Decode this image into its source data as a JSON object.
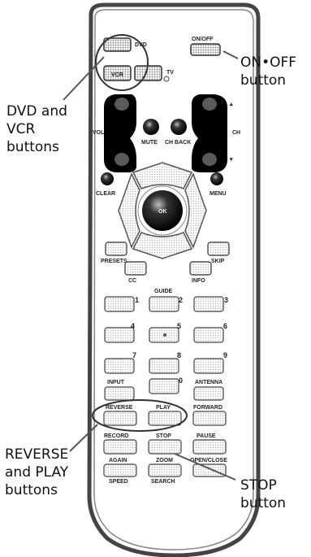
{
  "callouts": {
    "dvd_vcr": [
      "DVD and",
      "VCR",
      "buttons"
    ],
    "on_off": [
      "ON•OFF",
      "button"
    ],
    "reverse_play": [
      "REVERSE",
      "and PLAY",
      "buttons"
    ],
    "stop": [
      "STOP",
      "button"
    ]
  },
  "remote": {
    "dvd": "DVD",
    "vcr": "VCR",
    "tv": "TV",
    "on_off": "ON/OFF",
    "vol": "VOL",
    "ch": "CH",
    "mute": "MUTE",
    "ch_back": "CH BACK",
    "clear": "CLEAR",
    "menu": "MENU",
    "ok": "OK",
    "presets": "PRESETS",
    "skip": "SKIP",
    "cc": "CC",
    "guide": "GUIDE",
    "info": "INFO",
    "digits": [
      "1",
      "2",
      "3",
      "4",
      "5",
      "6",
      "7",
      "8",
      "9",
      "0"
    ],
    "input": "INPUT",
    "antenna": "ANTENNA",
    "reverse": "REVERSE",
    "play": "PLAY",
    "forward": "FORWARD",
    "record": "RECORD",
    "stop": "STOP",
    "pause": "PAUSE",
    "again": "AGAIN",
    "speed": "SPEED",
    "zoom": "ZOOM",
    "search": "SEARCH",
    "open_close": "OPEN/CLOSE"
  }
}
